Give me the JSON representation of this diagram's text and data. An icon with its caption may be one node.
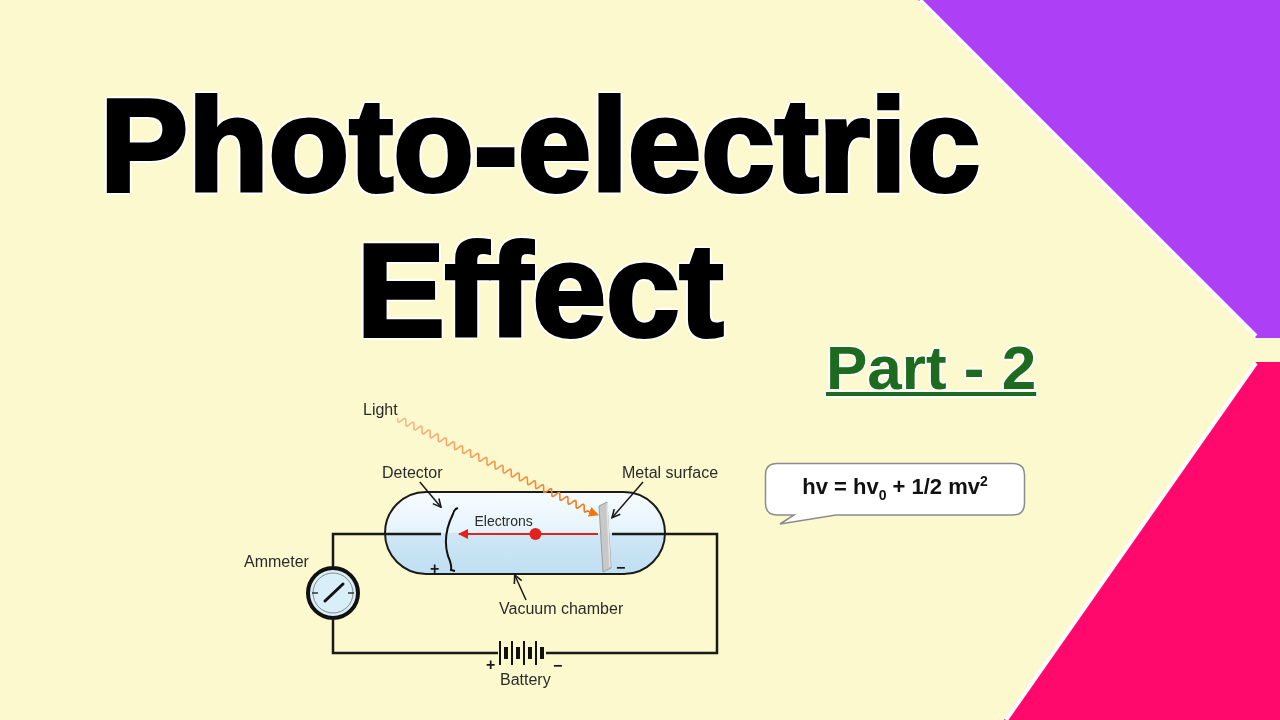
{
  "diagram": {
    "title": "Photo-electric Effect",
    "nodes": [
      {
        "text": [
          "Light"
        ]
      },
      {
        "text": [
          "Detector"
        ]
      },
      {
        "text": [
          "Metal surface"
        ]
      },
      {
        "text": [
          "hv = hv$_{0}$ + 1/2 mv$^{2}$"
        ]
      },
      {
        "text": [],
        "shape": "capsule"
      },
      {
        "text": [],
        "shape": "arc",
        "in": 4,
        "beside": [
          "+"
        ]
      },
      {
        "text": [],
        "shape": "plate",
        "in": 4,
        "beside": [
          "−"
        ]
      },
      {
        "text": [],
        "shape": "circle",
        "beside": [
          "Ammeter"
        ]
      },
      {
        "text": [
          "Vacuum chamber"
        ]
      },
      {
        "text": [],
        "shape": "battery",
        "beside": [
          "+",
          "−",
          "Battery"
        ]
      }
    ],
    "edges": [
      {
        "from": 1,
        "to": 5,
        "arrow": "to"
      },
      {
        "from": 2,
        "to": 6,
        "arrow": "to"
      },
      {
        "from": 8,
        "to": 4,
        "arrow": "to"
      },
      {
        "from": 0,
        "to": 6,
        "arrow": "to",
        "color": "#f07410"
      },
      {
        "from": 6,
        "to": 5,
        "arrow": "to",
        "label": "Electrons",
        "color": "#e2231d"
      },
      {
        "from": 5,
        "to": 7,
        "arrow": "none"
      },
      {
        "from": 7,
        "to": 9,
        "arrow": "none"
      },
      {
        "from": 9,
        "to": 6,
        "arrow": "none"
      }
    ],
    "labels": [
      "Part - 2"
    ]
  }
}
